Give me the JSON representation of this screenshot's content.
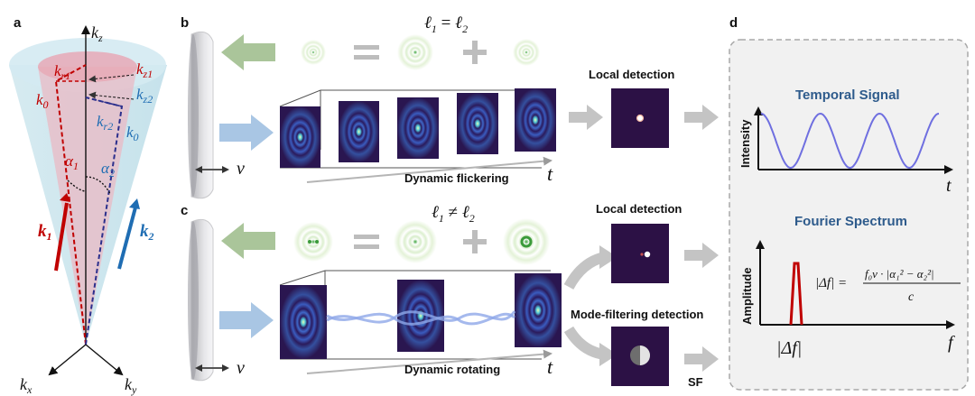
{
  "panels": {
    "a": "a",
    "b": "b",
    "c": "c",
    "d": "d"
  },
  "panel_a": {
    "kz": "k",
    "kz_sub": "z",
    "kx": "k",
    "kx_sub": "x",
    "ky": "k",
    "ky_sub": "y",
    "kr1": "k",
    "kr1_sub": "r1",
    "kz1": "k",
    "kz1_sub": "z1",
    "k0_left": "k",
    "k0_left_sub": "0",
    "kz2": "k",
    "kz2_sub": "z2",
    "kr2": "k",
    "kr2_sub": "r2",
    "k0_right": "k",
    "k0_right_sub": "0",
    "alpha1": "α",
    "alpha1_sub": "1",
    "alpha2": "α",
    "alpha2_sub": "2",
    "k1": "k",
    "k1_sub": "1",
    "k2": "k",
    "k2_sub": "2",
    "colors": {
      "red": "#c00000",
      "blue": "#1f6db3",
      "navy": "#2b2f8c"
    }
  },
  "panel_b": {
    "equation_l": "ℓ",
    "equation_sub1": "1",
    "equation_op": " = ",
    "equation_sub2": "2",
    "velocity": "v",
    "time": "t",
    "caption": "Dynamic flickering",
    "detection": "Local detection"
  },
  "panel_c": {
    "equation_l": "ℓ",
    "equation_sub1": "1",
    "equation_op": " ≠ ",
    "equation_sub2": "2",
    "velocity": "v",
    "time": "t",
    "caption": "Dynamic rotating",
    "detection_local": "Local detection",
    "detection_mode": "Mode-filtering detection",
    "sf": "SF"
  },
  "panel_d": {
    "temporal_title": "Temporal Signal",
    "temporal_ylabel": "Intensity",
    "temporal_xlabel": "t",
    "fourier_title": "Fourier Spectrum",
    "fourier_ylabel": "Amplitude",
    "fourier_xlabel": "f",
    "peak_label": "|Δf|",
    "formula_lhs": "|Δf| =",
    "formula_num": "f₀v · |α₁² − α₂²|",
    "formula_den": "c",
    "colors": {
      "signal": "#6f6fe0",
      "peak": "#c00000"
    }
  }
}
